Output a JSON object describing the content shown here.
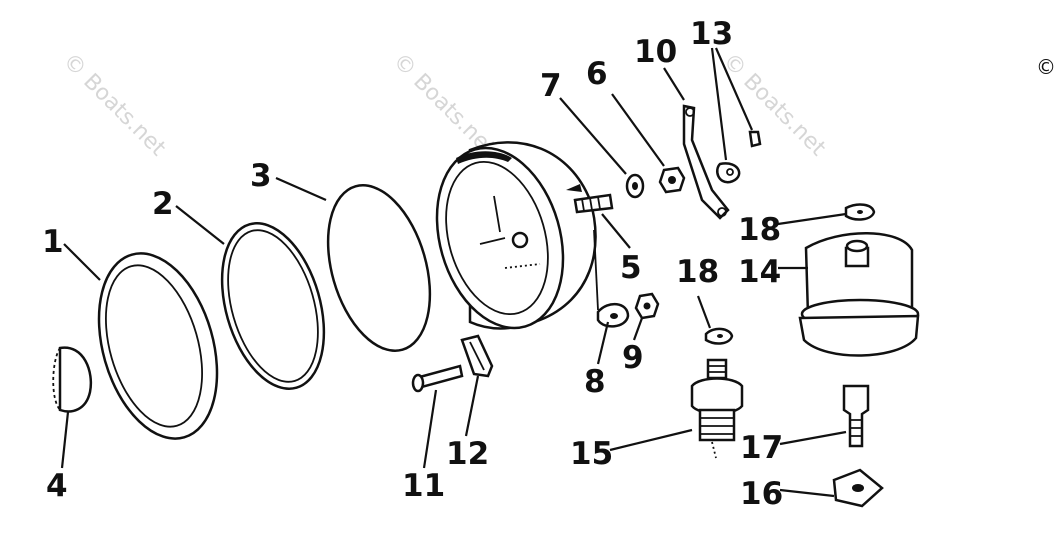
{
  "watermark": {
    "text": "© Boats.net",
    "text_clipped": "©"
  },
  "callouts": {
    "c1": "1",
    "c2": "2",
    "c3": "3",
    "c4": "4",
    "c5": "5",
    "c6": "6",
    "c7": "7",
    "c8": "8",
    "c9": "9",
    "c10": "10",
    "c11": "11",
    "c12": "12",
    "c13": "13",
    "c14": "14",
    "c15": "15",
    "c16": "16",
    "c17": "17",
    "c18a": "18",
    "c18b": "18"
  }
}
